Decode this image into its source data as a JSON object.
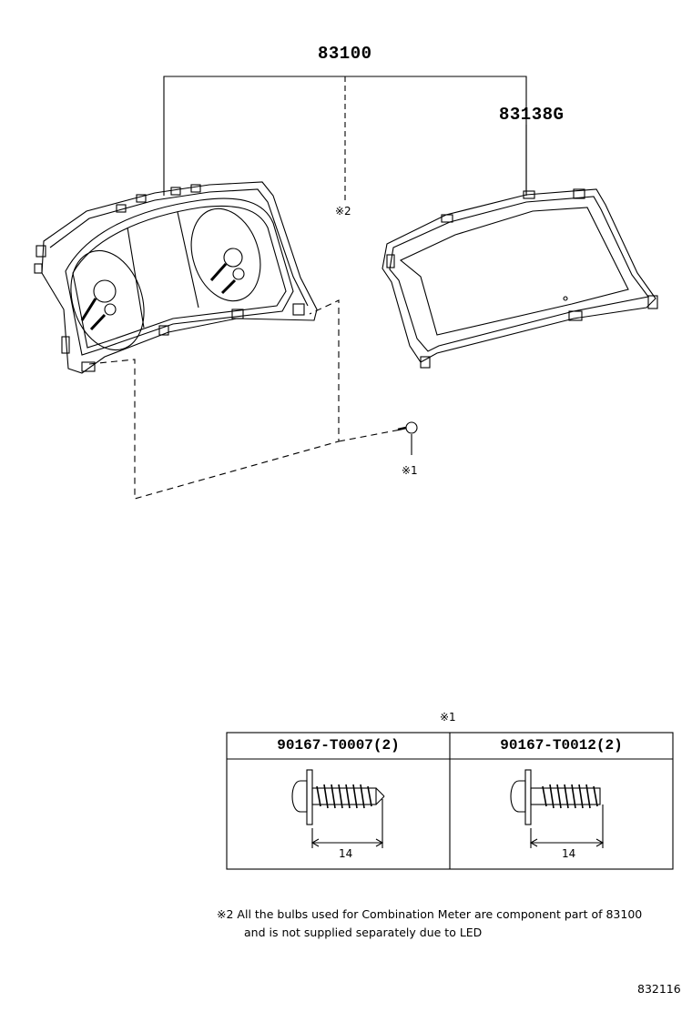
{
  "callouts": {
    "main_part": "83100",
    "sub_part": "83138G",
    "marker_2": "※2",
    "marker_1": "※1"
  },
  "fastener_table": {
    "marker": "※1",
    "columns": [
      {
        "part_number": "90167-T0007(2)",
        "dimension": "14"
      },
      {
        "part_number": "90167-T0012(2)",
        "dimension": "14"
      }
    ]
  },
  "note": {
    "marker": "※2",
    "line1": "All the bulbs used for Combination Meter are component part of 83100",
    "line2": "and is not supplied separately due to LED"
  },
  "illustration_id": "832116"
}
